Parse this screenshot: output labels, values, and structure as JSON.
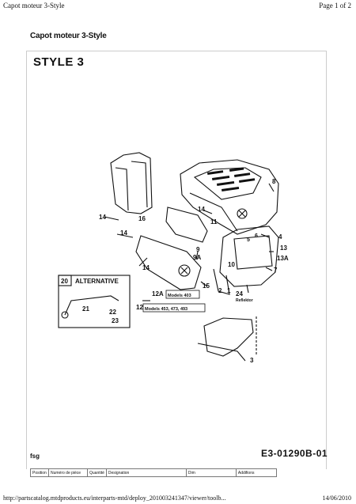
{
  "header": {
    "title": "Capot moteur 3-Style",
    "page": "Page 1 of 2"
  },
  "doc_title": "Capot moteur 3-Style",
  "style_label": "STYLE 3",
  "callouts": {
    "c1": "1",
    "c2": "2",
    "c3": "3",
    "c4": "4",
    "c5": "5",
    "c6": "6",
    "c7": "7",
    "c8": "8",
    "c9": "9",
    "c9a": "9A",
    "c10": "10",
    "c11": "11",
    "c12": "12",
    "c12a": "12A",
    "c13": "13",
    "c13a": "13A",
    "c14a": "14",
    "c14b": "14",
    "c14c": "14",
    "c14d": "14",
    "c15": "15",
    "c16": "16",
    "c20": "20",
    "c21": "21",
    "c22": "22",
    "c23": "23",
    "c24": "24"
  },
  "reflektor": "Reflektor",
  "alternative": "ALTERNATIVE",
  "models_12a": "Models 403",
  "models_12": "Models 453, 473, 493",
  "fsg": "fsg",
  "doc_id": "E3-01290B-01",
  "columns": [
    "Position",
    "Numéro de pièce",
    "Quantité",
    "Designation",
    "Dim",
    "Addifions"
  ],
  "footer": {
    "url": "http://partscatalog.mtdproducts.eu/interparts-mtd/deploy_201003241347/viewer/toolb...",
    "date": "14/06/2010"
  }
}
